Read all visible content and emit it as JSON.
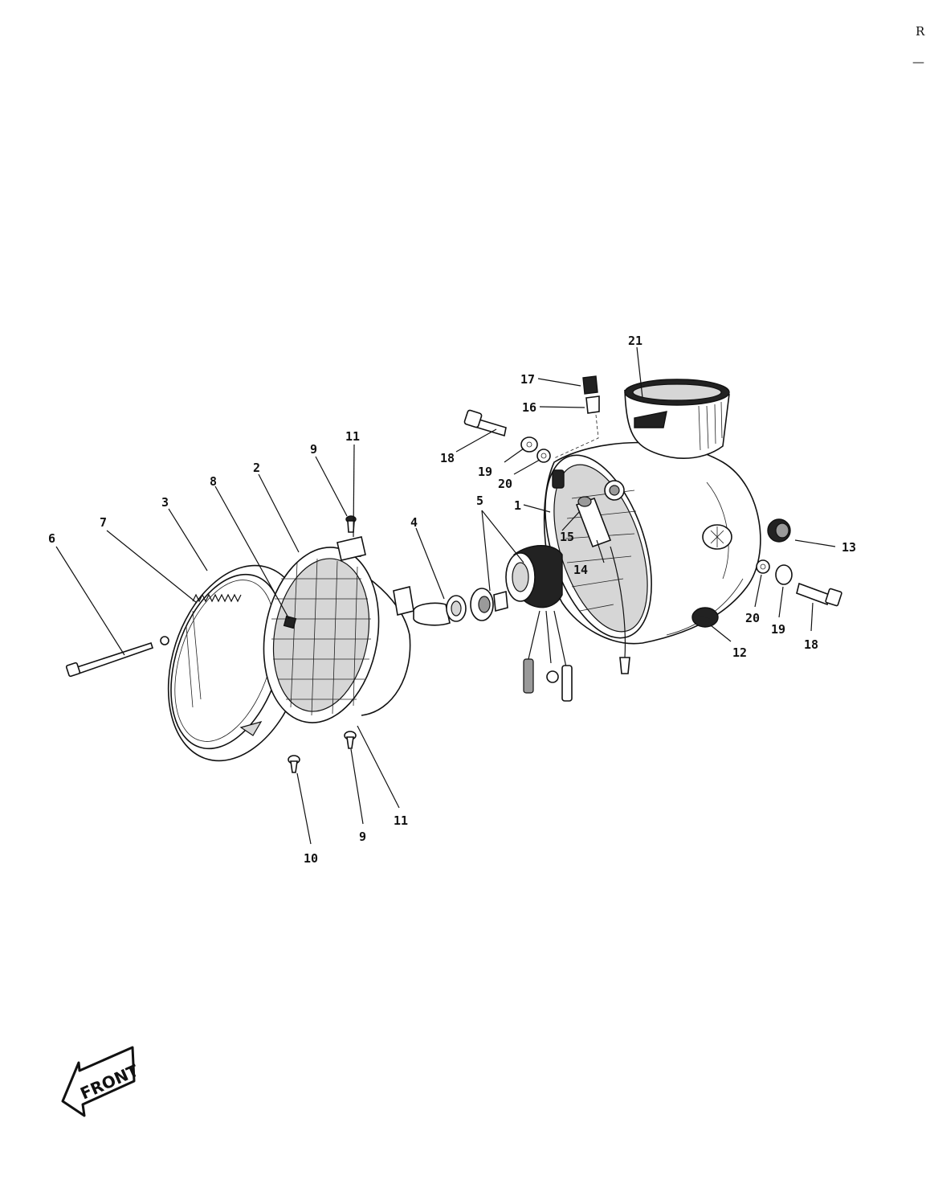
{
  "corner": {
    "letter": "R",
    "dash": "—"
  },
  "front_label": "FRONT",
  "part_labels": {
    "p1": "1",
    "p2": "2",
    "p3": "3",
    "p4": "4",
    "p5": "5",
    "p6": "6",
    "p7": "7",
    "p8": "8",
    "p9a": "9",
    "p9b": "9",
    "p10": "10",
    "p11a": "11",
    "p11b": "11",
    "p12": "12",
    "p13": "13",
    "p14": "14",
    "p15": "15",
    "p16": "16",
    "p17": "17",
    "p18a": "18",
    "p18b": "18",
    "p19a": "19",
    "p19b": "19",
    "p20a": "20",
    "p20b": "20",
    "p21": "21"
  },
  "icons": {
    "front_arrow": "front-arrow-icon"
  }
}
